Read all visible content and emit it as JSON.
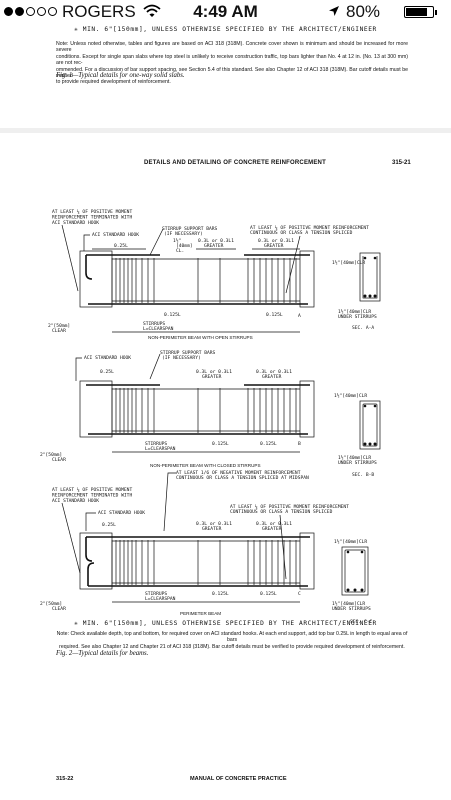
{
  "status_bar": {
    "carrier": "ROGERS",
    "time": "4:49 AM",
    "battery_percent": "80%",
    "signal_bars_filled": 2,
    "signal_bars_total": 5
  },
  "top_page": {
    "min_note": "✳ MIN. 6\"[150mm], UNLESS OTHERWISE SPECIFIED BY THE ARCHITECT/ENGINEER",
    "note_line1": "Note: Unless noted otherwise, tables and figures are based on ACI 318 (318M). Concrete cover shown is minimum and should be increased for more severe",
    "note_line2": "conditions. Except for single span slabs where top steel is unlikely to receive construction traffic, top bars lighter than No. 4 at 12 in. (No. 13 at 300 mm) are not rec-",
    "note_line3": "ommended. For a discussion of bar support spacing, see Section 5.4 of this standard. See also Chapter 12 of ACI 318 (318M). Bar cutoff details must be verified",
    "note_line4": "to provide required development of reinforcement.",
    "figure_caption": "Fig. 1—Typical details for one-way solid slabs."
  },
  "main_page": {
    "header_title": "DETAILS AND DETAILING OF CONCRETE REINFORCEMENT",
    "page_number": "315-21",
    "beam1": {
      "callout_left": [
        "AT LEAST ¼ OF POSITIVE MOMENT",
        "REINFORCEMENT TERMINATED WITH",
        "ACI STANDARD HOOK"
      ],
      "aci_hook": "ACI STANDARD HOOK",
      "stirrup_support": [
        "STIRRUP SUPPORT BARS",
        "(IF NECESSARY)"
      ],
      "callout_right": [
        "AT LEAST ¼ OF POSITIVE MOMENT REINFORCEMENT",
        "CONTINUOUS OR CLASS A TENSION SPLICED"
      ],
      "dim_025l": "0.25L",
      "dim_15_in": "1½\"",
      "dim_40mm": "[40mm]",
      "dim_cl": "CL.",
      "dim_03l_left": "0.3L or 0.3L1",
      "dim_greater": "GREATER",
      "dim_03l_right": "0.3L or 0.3L1",
      "dim_greater2": "GREATER",
      "stirrups": "STIRRUPS",
      "lclearspan": "L=CLEARSPAN",
      "dim_125l": "0.125L",
      "dim_125l_2": "0.125L",
      "clear_left": "2\"[50mm]",
      "clear_word": "CLEAR",
      "section_clr": "1½\"[40mm]CLR",
      "section_under": "1½\"[40mm]CLR",
      "under_stirrups": "UNDER STIRRUPS",
      "section_label": "SEC. A-A",
      "section_a": "A",
      "caption": "NON-PERIMETER BEAM WITH OPEN STIRRUPS"
    },
    "beam2": {
      "aci_hook": "ACI STANDARD HOOK",
      "stirrup_support": [
        "STIRRUP SUPPORT BARS",
        "(IF NECESSARY)"
      ],
      "dim_025l": "0.25L",
      "dim_03l_left": "0.3L or 0.3L1",
      "dim_greater": "GREATER",
      "dim_03l_right": "0.3L or 0.3L1",
      "dim_greater2": "GREATER",
      "stirrups": "STIRRUPS",
      "lclearspan": "L=CLEARSPAN",
      "dim_125l": "0.125L",
      "dim_125l_2": "0.125L",
      "clear_left": "2\"[50mm]",
      "clear_word": "CLEAR",
      "section_clr": "1½\"[40mm]CLR",
      "section_under": "1½\"[40mm]CLR",
      "under_stirrups": "UNDER STIRRUPS",
      "section_label": "SEC. B-B",
      "section_b": "B",
      "caption": "NON-PERIMETER BEAM WITH CLOSED STIRRUPS"
    },
    "beam3": {
      "callout_left": [
        "AT LEAST ¼ OF POSITIVE MOMENT",
        "REINFORCEMENT TERMINATED WITH",
        "ACI STANDARD HOOK"
      ],
      "callout_top": [
        "AT LEAST 1/6 OF NEGATIVE MOMENT REINFORCEMENT",
        "CONTINUOUS OR CLASS A TENSION SPLICED AT MIDSPAN"
      ],
      "callout_right": [
        "AT LEAST ¼ OF POSITIVE MOMENT REINFORCEMENT",
        "CONTINUOUS OR CLASS A TENSION SPLICED"
      ],
      "aci_hook": "ACI STANDARD HOOK",
      "dim_025l": "0.25L",
      "dim_03l_left": "0.3L or 0.3L1",
      "dim_greater": "GREATER",
      "dim_03l_right": "0.3L or 0.3L1",
      "dim_greater2": "GREATER",
      "stirrups": "STIRRUPS",
      "lclearspan": "L=CLEARSPAN",
      "dim_125l": "0.125L",
      "dim_125l_2": "0.125L",
      "clear_left": "2\"[50mm]",
      "clear_word": "CLEAR",
      "section_clr": "1½\"[40mm]CLR",
      "section_under": "1½\"[40mm]CLR",
      "under_stirrups": "UNDER STIRRUPS",
      "section_label": "SEC. C-C",
      "section_c": "C",
      "caption": "PERIMETER BEAM"
    },
    "min_note": "✳ MIN. 6\"[150mm], UNLESS OTHERWISE SPECIFIED BY THE ARCHITECT/ENGINEER",
    "note_line1": "Note: Check available depth, top and bottom, for required cover on ACI standard hooks. At each end support, add top bar 0.25L in length to equal area of bars",
    "note_line2": "required. See also Chapter 12 and Chapter 21 of ACI 318 (318M). Bar cutoff details must be verified to provide required development of reinforcement.",
    "figure_caption": "Fig. 2—Typical details for beams.",
    "footer_page": "315-22",
    "footer_title": "MANUAL OF CONCRETE PRACTICE"
  }
}
